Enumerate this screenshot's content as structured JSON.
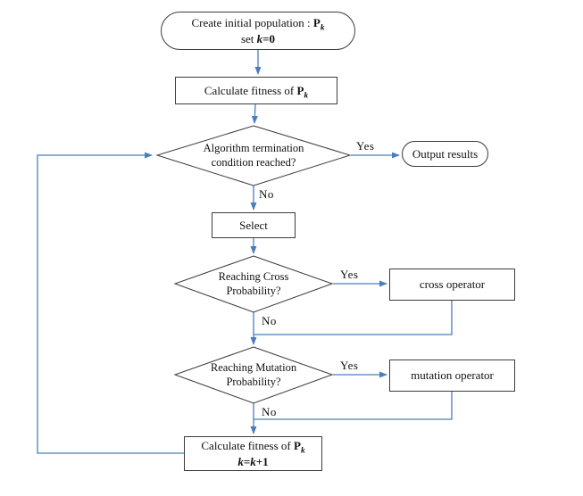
{
  "colors": {
    "connector": "#4a7ebb",
    "shape_border": "#3c3c3c",
    "text": "#111111"
  },
  "nodes": {
    "start": {
      "l1_text": "Create initial population : ",
      "l1_var": "P",
      "l1_sub": "k",
      "l2_pre": "set ",
      "l2_var": "k",
      "l2_post": "=0"
    },
    "calc_fitness_top": {
      "text": "Calculate fitness of ",
      "var": "P",
      "sub": "k"
    },
    "termination": {
      "line1": "Algorithm termination",
      "line2": "condition reached?"
    },
    "output": {
      "label": "Output results"
    },
    "select": {
      "label": "Select"
    },
    "cross_decision": {
      "line1": "Reaching Cross",
      "line2": "Probability?"
    },
    "cross_op": {
      "label": "cross operator"
    },
    "mutation_decision": {
      "line1": "Reaching Mutation",
      "line2": "Probability?"
    },
    "mutation_op": {
      "label": "mutation operator"
    },
    "calc_fitness_bottom": {
      "text": "Calculate fitness of ",
      "var": "P",
      "sub": "k",
      "l2_var1": "k",
      "l2_eq": "=",
      "l2_var2": "k",
      "l2_post": "+1"
    }
  },
  "edge_labels": {
    "term_yes": "Yes",
    "term_no": "No",
    "cross_yes": "Yes",
    "cross_no": "No",
    "mutation_yes": "Yes",
    "mutation_no": "No"
  }
}
